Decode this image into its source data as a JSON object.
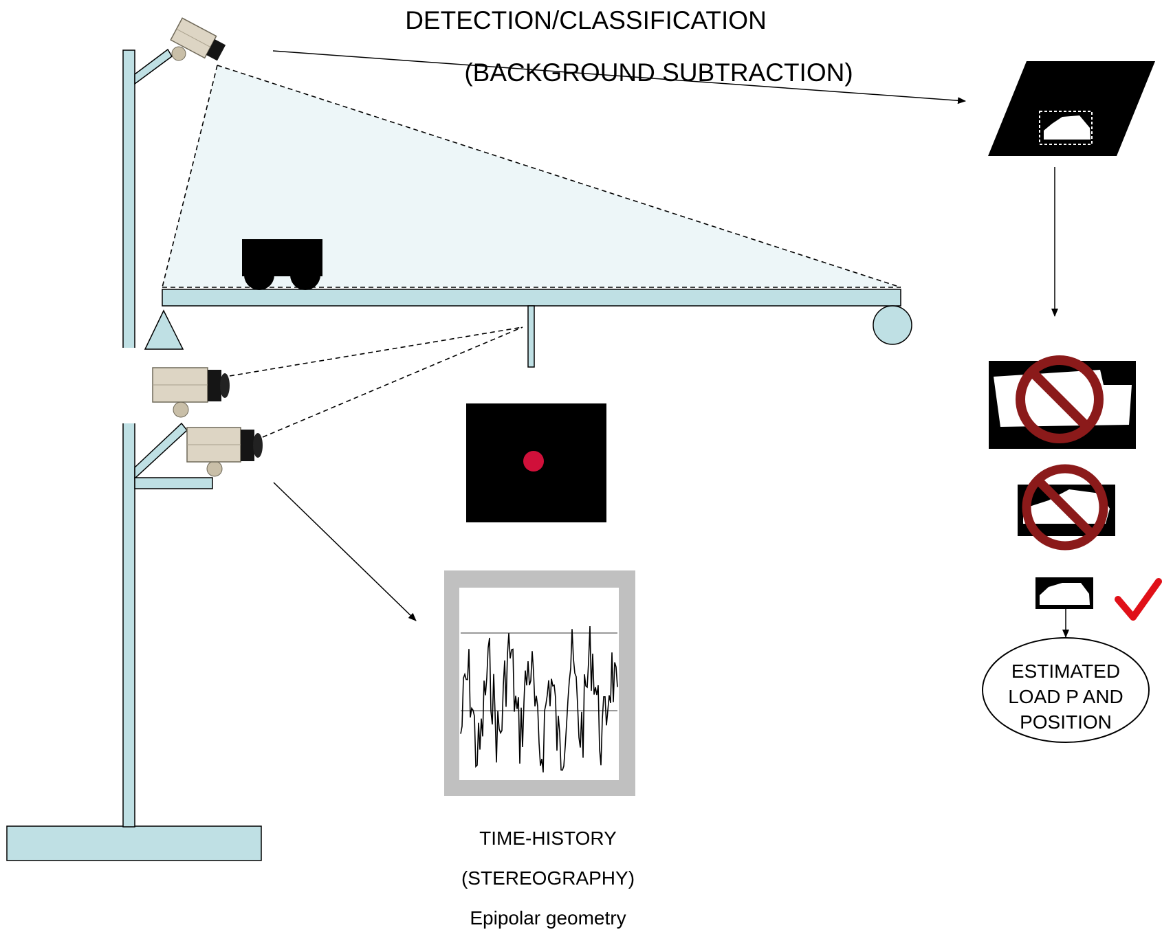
{
  "top_label": {
    "line1": "DETECTION/CLASSIFICATION",
    "line2": "(BACKGROUND SUBTRACTION)"
  },
  "bottom_label": {
    "line1": "TIME-HISTORY",
    "line2": "(STEREOGRAPHY)",
    "line3": "Epipolar geometry"
  },
  "result": {
    "line1": "ESTIMATED",
    "line2": "LOAD P AND",
    "line3": "POSITION"
  },
  "colors": {
    "structure": "#bfe0e4",
    "field_of_view": "#edf6f8",
    "target_dot": "#d0103a",
    "prohibited": "#8b1a1a",
    "checkmark": "#e01018"
  },
  "icons": [
    "camera-icon",
    "vehicle-icon",
    "prohibited-icon",
    "checkmark-icon"
  ]
}
